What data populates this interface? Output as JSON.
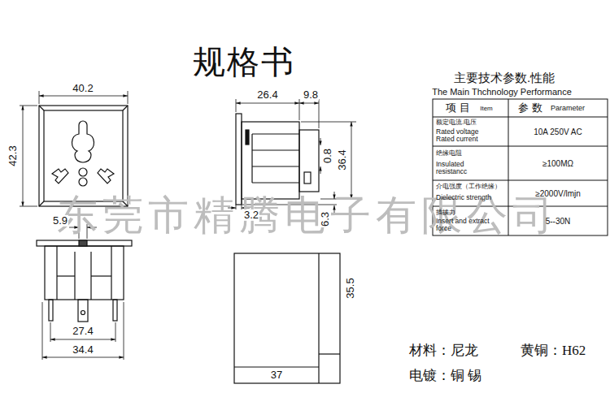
{
  "diagram": {
    "title": "规格书",
    "labels": [
      "主要技术参数.性能",
      "The Main Thchnology Performance",
      "项 目",
      "Item",
      "参 数",
      "Parameter",
      "额定电流.电压",
      "Rated voltage Rated current",
      "10A 250V AC",
      "绝缘电阻",
      "Insulated resistancc",
      "≥100MΩ",
      "介电强度（工作绝缘）",
      "Dielectric strength",
      "≥2000V/lmjn",
      "插拔力",
      "Insert and extract force",
      "5--30N",
      "40.2",
      "42.3",
      "5.9",
      "27.4",
      "34.4",
      "26.4",
      "9.8",
      "36.4",
      "0.8",
      "3.2",
      "6.3",
      "35.5",
      "37",
      "材料：尼龙",
      "黄铜：H62",
      "电镀：铜 锡",
      "东莞市精腾电子有限公司"
    ]
  }
}
